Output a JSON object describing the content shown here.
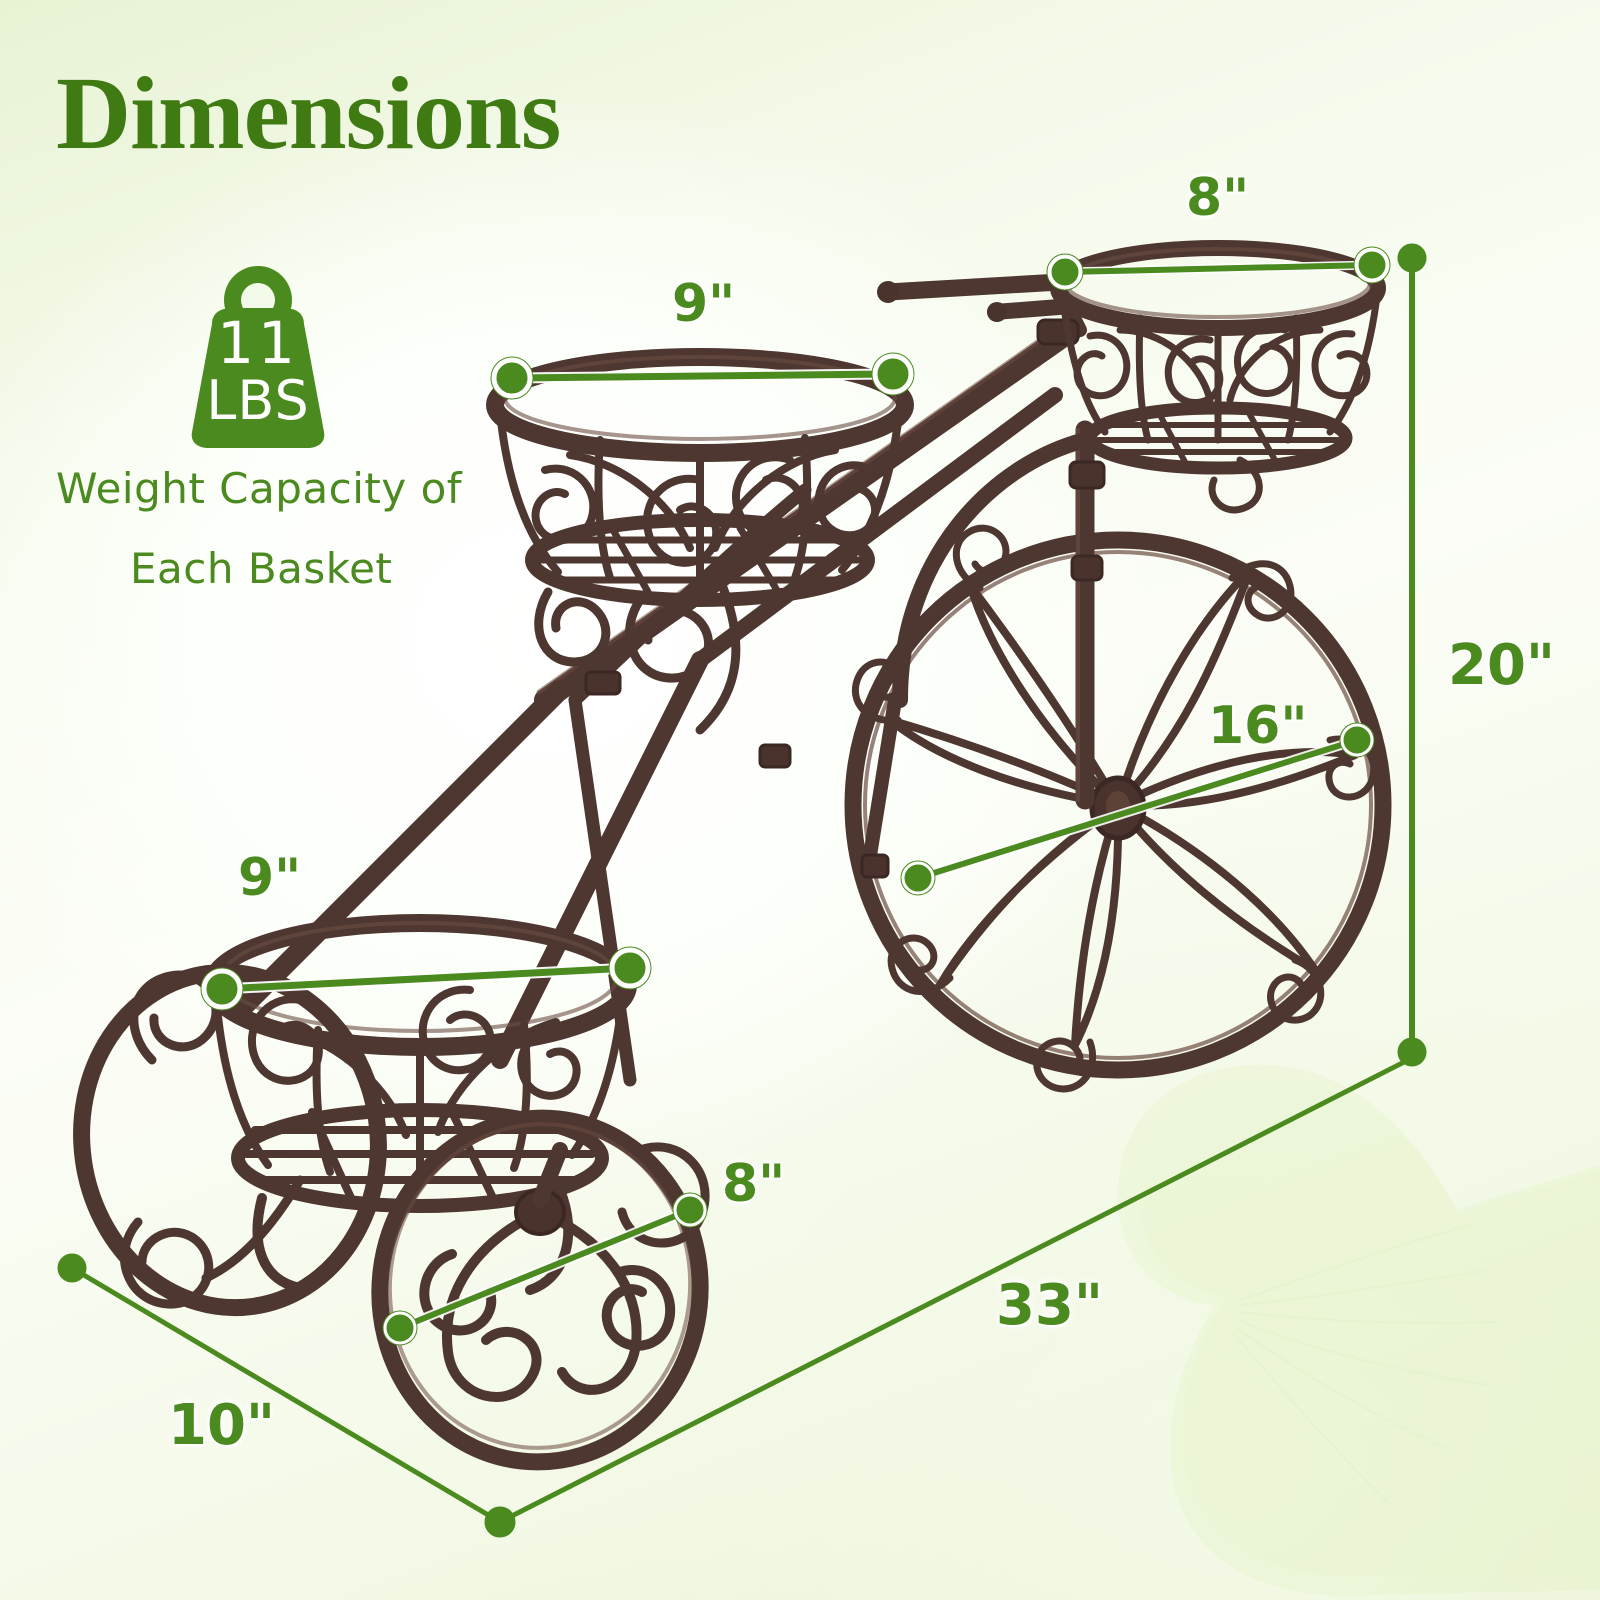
{
  "page": {
    "title": "Dimensions",
    "background_top": "#f4faea",
    "background_accent": "#e8f3d4"
  },
  "theme": {
    "green": "#4a8a1e",
    "green_dark": "#3f7a13",
    "metal_brown": "#4e3730",
    "metal_brown_light": "#6b4d42",
    "label_white": "#ffffff"
  },
  "weight_badge": {
    "icon": "weight-icon",
    "value": "11",
    "unit": "LBS",
    "caption_line1": "Weight Capacity of",
    "caption_line2": "Each Basket"
  },
  "product": {
    "name": "tricycle-plant-stand",
    "finish": "bronze-metal"
  },
  "chart_data": {
    "type": "table",
    "title": "Dimensions",
    "units": "inches",
    "measurements": [
      {
        "id": "rear-basket-diameter",
        "label": "8\"",
        "value": 8,
        "unit": "in",
        "target": "rear basket rim diameter"
      },
      {
        "id": "middle-basket-diameter",
        "label": "9\"",
        "value": 9,
        "unit": "in",
        "target": "middle basket rim diameter"
      },
      {
        "id": "front-basket-diameter",
        "label": "9\"",
        "value": 9,
        "unit": "in",
        "target": "front basket rim diameter"
      },
      {
        "id": "large-wheel-diameter",
        "label": "16\"",
        "value": 16,
        "unit": "in",
        "target": "large wheel diameter"
      },
      {
        "id": "small-wheel-diameter",
        "label": "8\"",
        "value": 8,
        "unit": "in",
        "target": "small wheel diameter"
      },
      {
        "id": "overall-height",
        "label": "20\"",
        "value": 20,
        "unit": "in",
        "target": "overall height"
      },
      {
        "id": "overall-length",
        "label": "33\"",
        "value": 33,
        "unit": "in",
        "target": "overall length"
      },
      {
        "id": "overall-depth",
        "label": "10\"",
        "value": 10,
        "unit": "in",
        "target": "overall depth"
      }
    ],
    "capacity": {
      "label": "11 LBS",
      "value": 11,
      "unit": "lbs",
      "scope": "each basket"
    }
  },
  "labels": {
    "rear_basket": "8\"",
    "middle_basket": "9\"",
    "front_basket": "9\"",
    "large_wheel": "16\"",
    "small_wheel": "8\"",
    "height": "20\"",
    "length": "33\"",
    "depth": "10\""
  }
}
